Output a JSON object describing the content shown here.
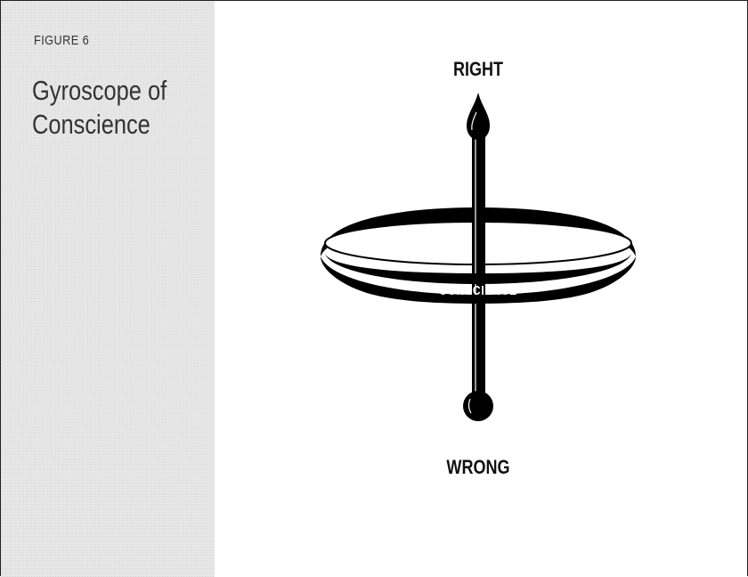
{
  "sidebar": {
    "figure_label": "FIGURE 6",
    "title": "Gyroscope of Conscience"
  },
  "diagram": {
    "top_label": "RIGHT",
    "ring_label": "CONSCIENCE",
    "bottom_label": "WRONG"
  },
  "colors": {
    "ink": "#000000",
    "sidebar_bg": "#e6e6e6",
    "text": "#333333"
  }
}
